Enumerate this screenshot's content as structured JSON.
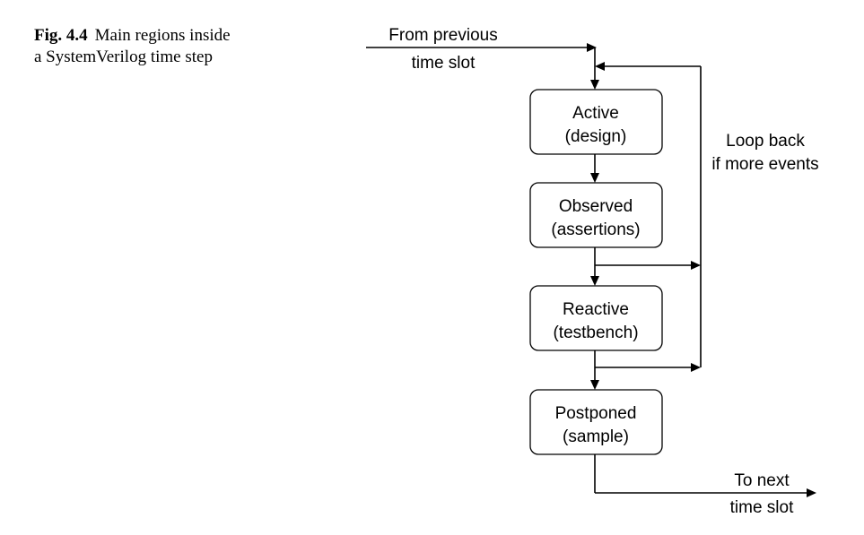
{
  "caption": {
    "label": "Fig. 4.4",
    "line1": "Main regions inside",
    "line2": "a SystemVerilog time step"
  },
  "input_label": {
    "line1": "From previous",
    "line2": "time slot"
  },
  "output_label": {
    "line1": "To next",
    "line2": "time slot"
  },
  "loop_label": {
    "line1": "Loop back",
    "line2": "if more events"
  },
  "regions": [
    {
      "line1": "Active",
      "line2": "(design)"
    },
    {
      "line1": "Observed",
      "line2": "(assertions)"
    },
    {
      "line1": "Reactive",
      "line2": "(testbench)"
    },
    {
      "line1": "Postponed",
      "line2": "(sample)"
    }
  ]
}
